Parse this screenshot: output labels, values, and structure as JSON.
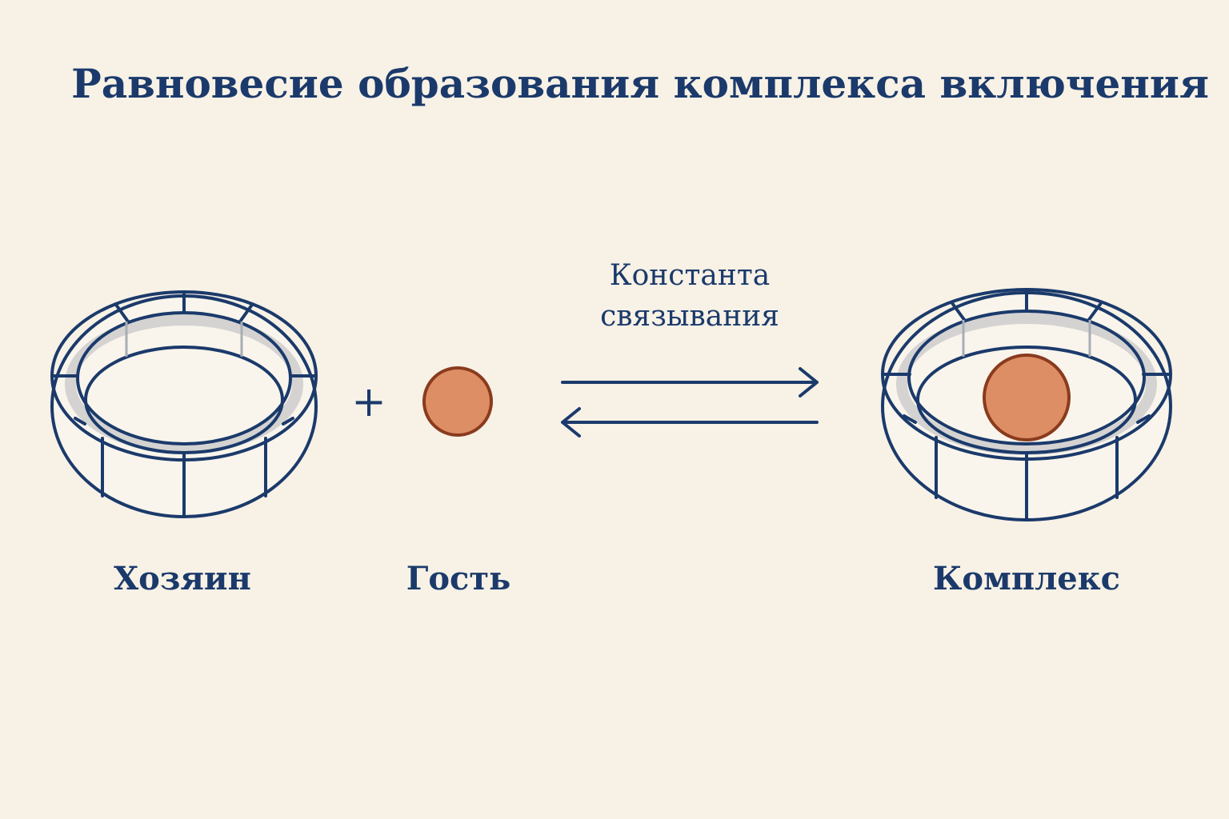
{
  "title": "Равновесие образования комплекса включения",
  "equilibrium": {
    "plus_sign": "+",
    "rate_label_line1": "Константа",
    "rate_label_line2": "связывания"
  },
  "labels": {
    "host": "Хозяин",
    "guest": "Гость",
    "complex": "Комплекс"
  },
  "colors": {
    "navy": "#1b3a6b",
    "guest_fill": "#de8e64",
    "guest_stroke": "#8a3b1e",
    "background": "#f7f1e6"
  }
}
